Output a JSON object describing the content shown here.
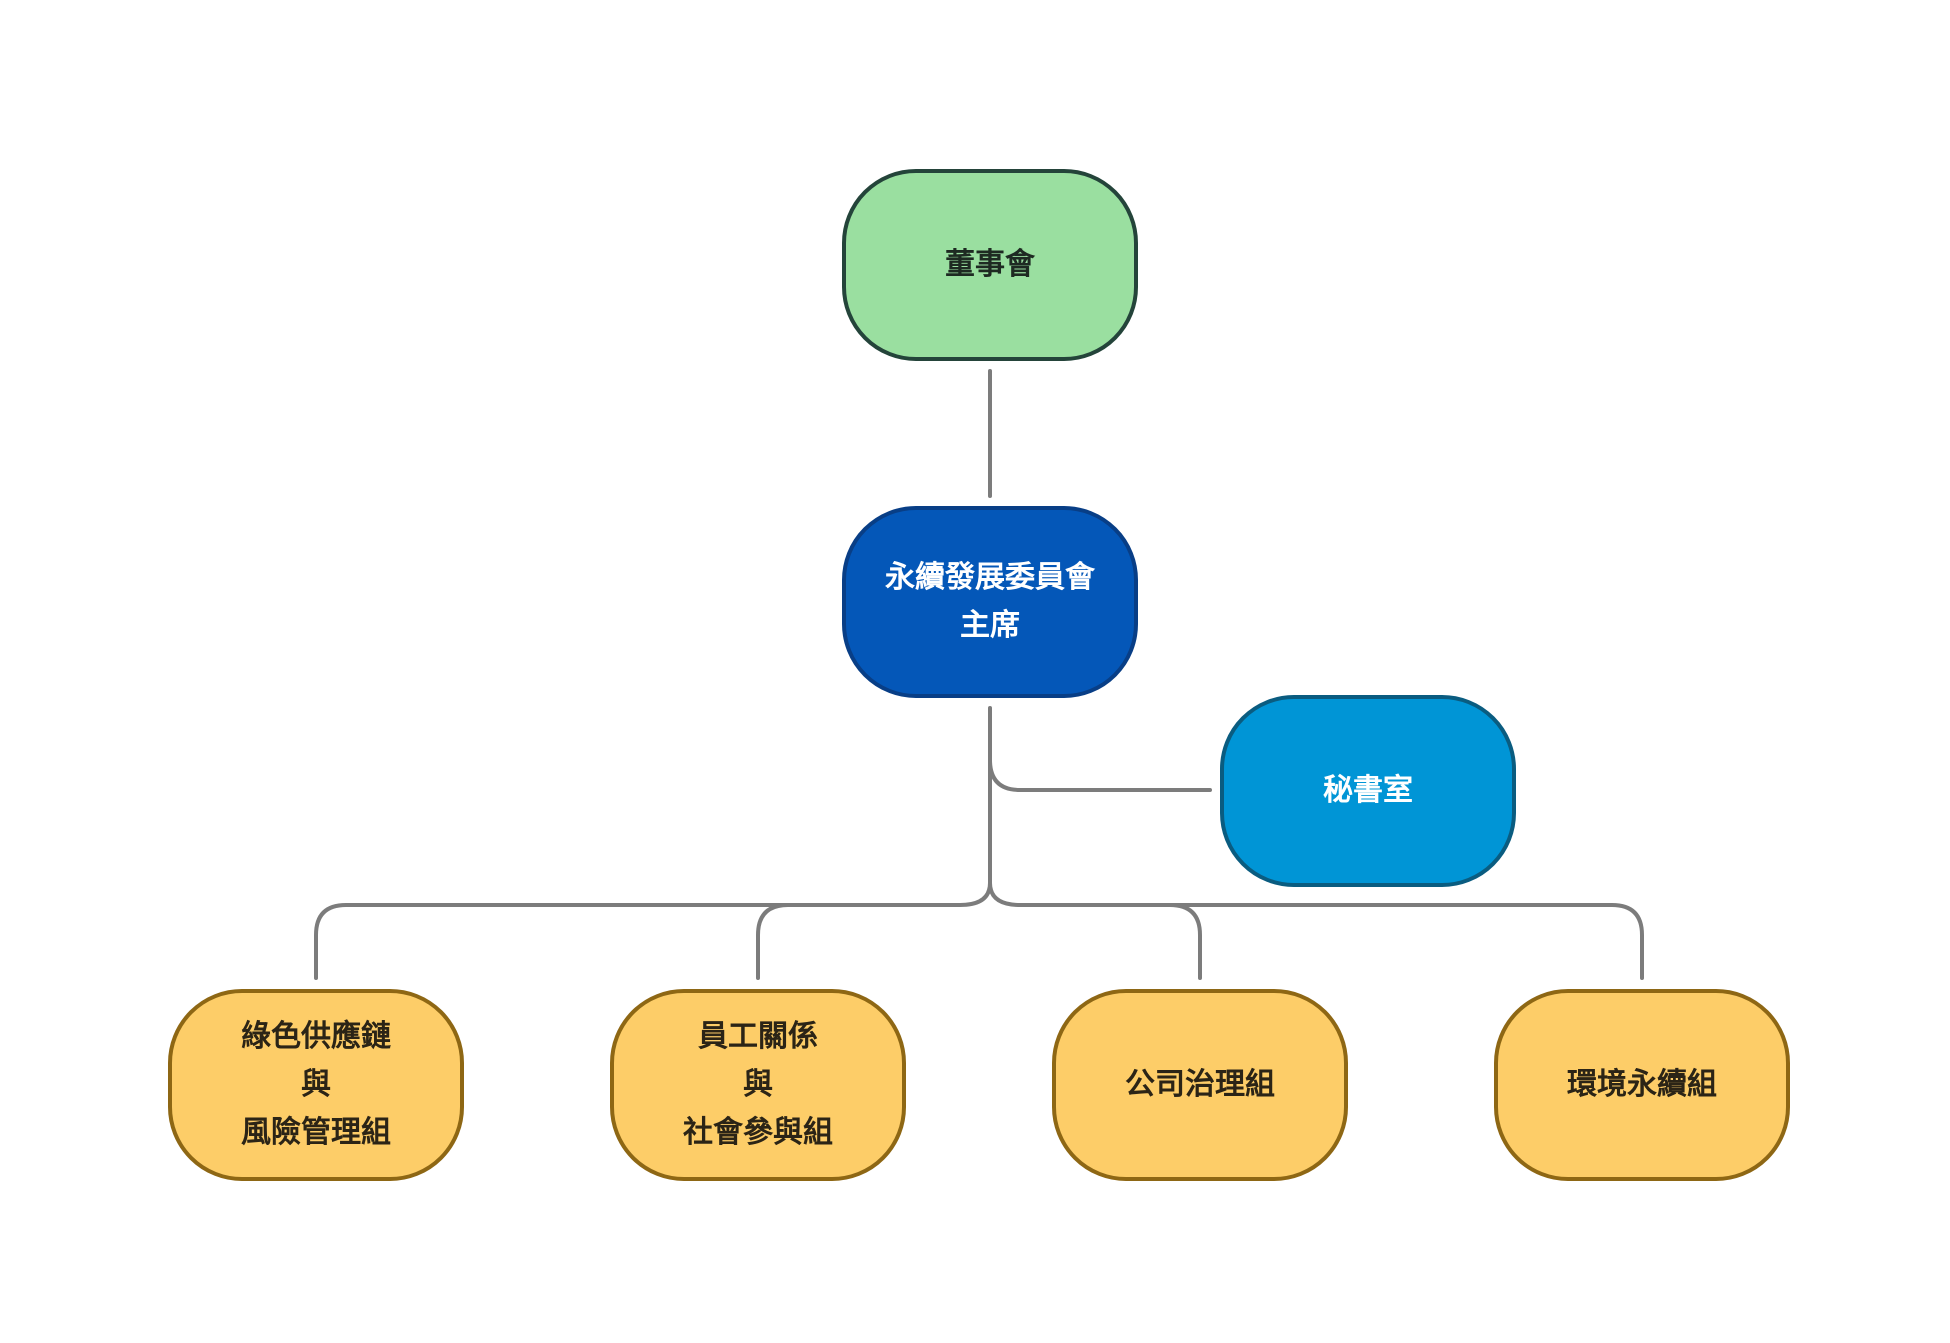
{
  "nodes": {
    "board": {
      "label": "董事會",
      "fill": "#9ADFA0",
      "border": "#24443A",
      "text_color": "#1E2A22"
    },
    "chair": {
      "label": "永續發展委員會\n主席",
      "fill": "#0457B8",
      "border": "#083E86",
      "text_color": "#FFFFFF"
    },
    "secretariat": {
      "label": "秘書室",
      "fill": "#0095D6",
      "border": "#0A5C80",
      "text_color": "#FFFFFF"
    },
    "groups": [
      {
        "label": "綠色供應鏈\n與\n風險管理組"
      },
      {
        "label": "員工關係\n與\n社會參與組"
      },
      {
        "label": "公司治理組"
      },
      {
        "label": "環境永續組"
      }
    ],
    "group_style": {
      "fill": "#FDCD68",
      "border": "#8E6714",
      "text_color": "#2B2416"
    }
  },
  "connector_color": "#7C7C7C"
}
